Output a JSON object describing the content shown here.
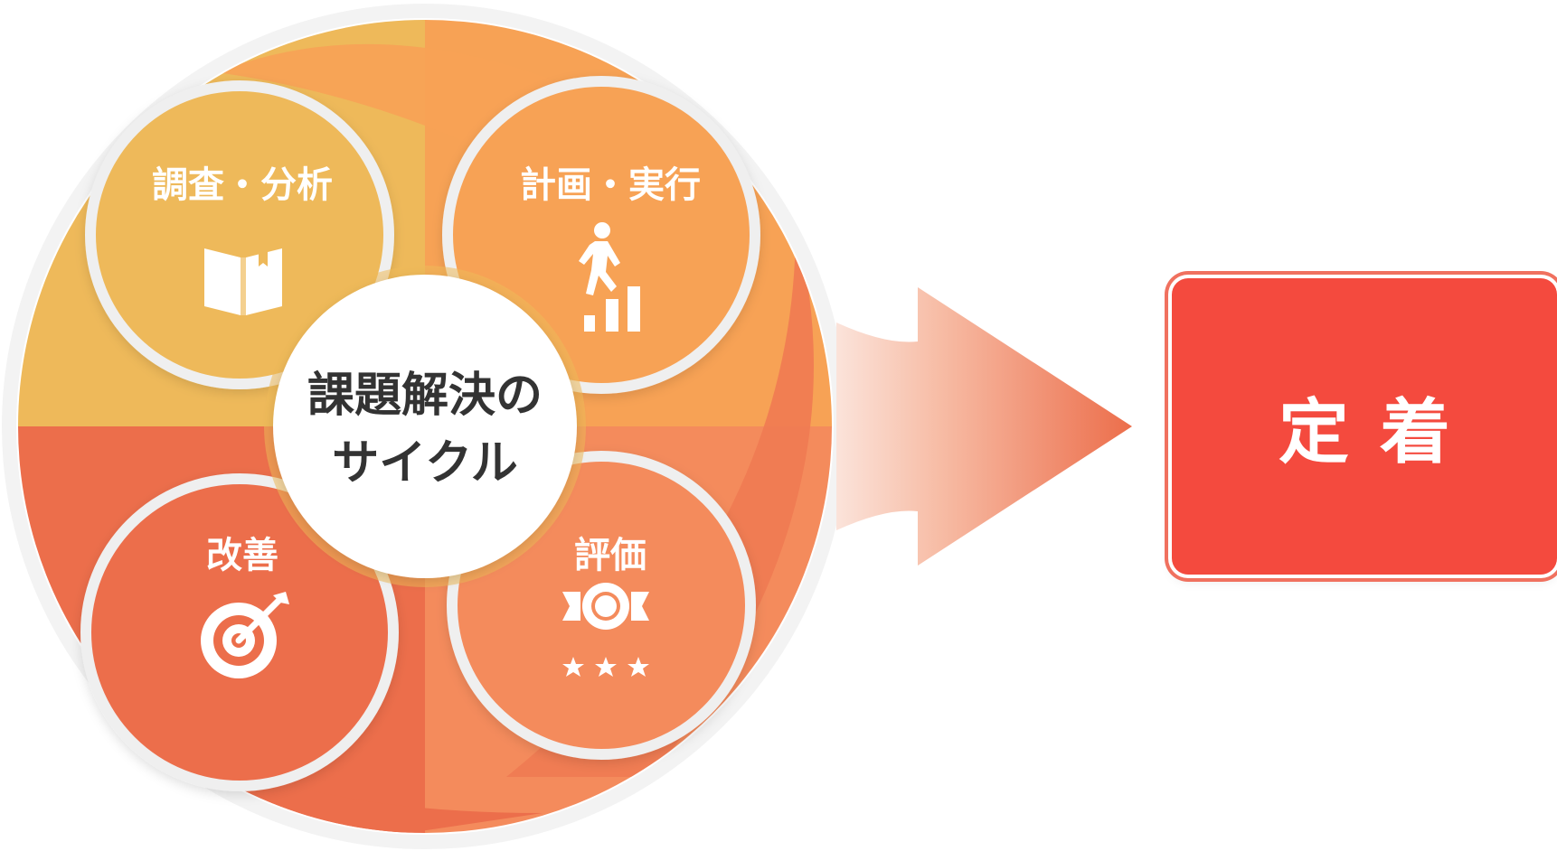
{
  "cycle": {
    "center_line1": "課題解決の",
    "center_line2": "サイクル",
    "steps": [
      {
        "label": "調査・分析",
        "icon": "book-icon"
      },
      {
        "label": "計画・実行",
        "icon": "walking-stairs-icon"
      },
      {
        "label": "評価",
        "icon": "award-stars-icon"
      },
      {
        "label": "改善",
        "icon": "target-arrow-icon"
      }
    ]
  },
  "result": {
    "label": "定着"
  },
  "colors": {
    "research": "#eeb95a",
    "plan": "#f7a255",
    "evaluation": "#f48b5c",
    "improvement": "#ec6e4b",
    "result": "#f44a3e",
    "arrow_light": "#fbd9cc",
    "arrow_dark": "#ec6e4b"
  }
}
